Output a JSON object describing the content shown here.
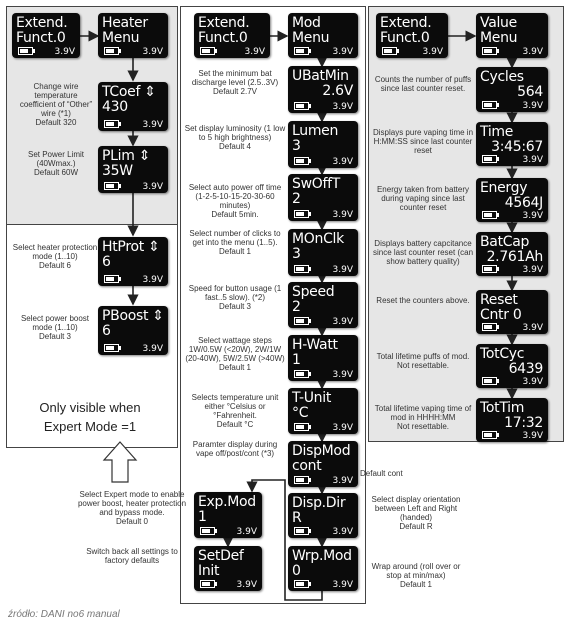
{
  "battery_voltage": "3.9V",
  "source": "źródło: DANI no6 manual",
  "expert_note": "Only visible when Expert Mode =1",
  "screens": {
    "ext1": [
      "Extend.",
      "Funct.0"
    ],
    "heater": [
      "Heater",
      "Menu"
    ],
    "tcoef": [
      "TCoef ⇕",
      "430"
    ],
    "plim": [
      "PLim ⇕",
      "35W"
    ],
    "htprot": [
      "HtProt ⇕",
      "6"
    ],
    "pboost": [
      "PBoost ⇕",
      "6"
    ],
    "ext2": [
      "Extend.",
      "Funct.0"
    ],
    "mod": [
      "Mod",
      "Menu"
    ],
    "ubat": [
      "UBatMin",
      "2.6V"
    ],
    "lumen": [
      "Lumen",
      "3"
    ],
    "swoff": [
      "SwOffT",
      "2"
    ],
    "monclk": [
      "MOnClk",
      "3"
    ],
    "speed": [
      "Speed",
      "2"
    ],
    "hwatt": [
      "H-Watt",
      "1"
    ],
    "tunit": [
      "T-Unit",
      "°C"
    ],
    "dispmod": [
      "DispMod",
      "cont"
    ],
    "dispdir": [
      "Disp.Dir",
      "R"
    ],
    "wrpmod": [
      "Wrp.Mod",
      "0"
    ],
    "expmod": [
      "Exp.Mod",
      "1"
    ],
    "setdef": [
      "SetDef",
      "Init"
    ],
    "ext3": [
      "Extend.",
      "Funct.0"
    ],
    "value": [
      "Value",
      "Menu"
    ],
    "cycles": [
      "Cycles",
      "564"
    ],
    "time": [
      "Time",
      "3:45:67"
    ],
    "energy": [
      "Energy",
      "4564J"
    ],
    "batcap": [
      "BatCap",
      "2.761Ah"
    ],
    "reset": [
      "Reset",
      "Cntr   0"
    ],
    "totcyc": [
      "TotCyc",
      "6439"
    ],
    "tottim": [
      "TotTim",
      "17:32"
    ]
  },
  "desc": {
    "tcoef": "Change wire temperature coefficient of “Other” wire (*1)\nDefault 320",
    "plim": "Set Power Limit (40Wmax.)\nDefault 60W",
    "htprot": "Select heater protection mode (1..10)\nDefault 6",
    "pboost": "Select power boost mode (1..10)\nDefault 3",
    "ubat": "Set the minimum bat discharge level (2.5..3V)\nDefault 2.7V",
    "lumen": "Set display luminosity (1 low to 5 high brightness)\nDefault 4",
    "swoff": "Select auto power off time (1-2-5-10-15-20-30-60 minutes)\nDefault 5min.",
    "monclk": "Select number of clicks to get into the menu (1..5).\nDefault 1",
    "speed": "Speed for button usage (1 fast..5 slow). (*2)\nDefault 3",
    "hwatt": "Select wattage steps 1W/0.5W (<20W), 2W/1W (20-40W), 5W/2.5W (>40W)\nDefault 1",
    "tunit": "Selects temperature unit either °Celsius or °Fahrenheit.\nDefault °C",
    "dispmod": "Paramter display during vape off/post/cont (*3)",
    "dispmod_default": "Default cont",
    "dispdir": "Select display orientation between Left and Right (handed)\nDefault R",
    "wrpmod": "Wrap around (roll over or stop at min/max)\nDefault 1",
    "expmod": "Select Expert mode to enable power boost, heater protection and bypass mode.\nDefault 0",
    "setdef": "Switch back all settings to factory defaults",
    "cycles": "Counts the number of puffs since last counter reset.",
    "time": "Displays pure vaping time in H:MM:SS since last counter reset",
    "energy": "Energy taken from battery during vaping since last counter reset",
    "batcap": "Displays battery capcitance since last counter reset (can show battery quality)",
    "reset": "Reset the counters above.",
    "totcyc": "Total lifetime puffs of mod.\nNot resettable.",
    "tottim": "Total lifetime vaping time of mod in HHHH:MM\nNot resettable."
  }
}
